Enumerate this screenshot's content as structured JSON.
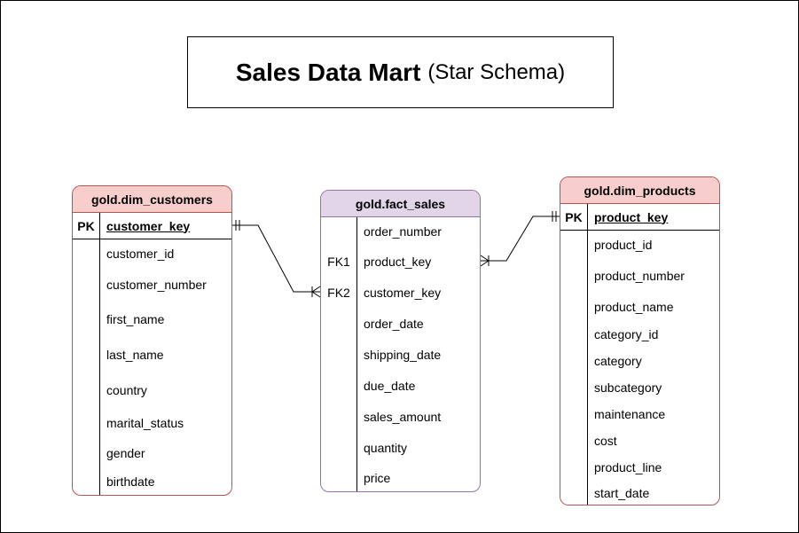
{
  "title": {
    "main": "Sales Data Mart",
    "sub": "(Star Schema)"
  },
  "colors": {
    "dim_header_fill": "#f8cecc",
    "dim_border": "#b85450",
    "fact_header_fill": "#e1d5e7",
    "fact_border": "#9673a6"
  },
  "dim_customers": {
    "name": "gold.dim_customers",
    "pk_label": "PK",
    "pk_field": "customer_key",
    "fields": [
      "customer_id",
      "customer_number",
      "first_name",
      "last_name",
      "country",
      "marital_status",
      "gender",
      "birthdate"
    ]
  },
  "fact_sales": {
    "name": "gold.fact_sales",
    "fields": [
      "order_number",
      "product_key",
      "customer_key",
      "order_date",
      "shipping_date",
      "due_date",
      "sales_amount",
      "quantity",
      "price"
    ],
    "keys": [
      "",
      "FK1",
      "FK2",
      "",
      "",
      "",
      "",
      "",
      ""
    ]
  },
  "dim_products": {
    "name": "gold.dim_products",
    "pk_label": "PK",
    "pk_field": "product_key",
    "fields": [
      "product_id",
      "product_number",
      "product_name",
      "category_id",
      "category",
      "subcategory",
      "maintenance",
      "cost",
      "product_line",
      "start_date"
    ]
  }
}
